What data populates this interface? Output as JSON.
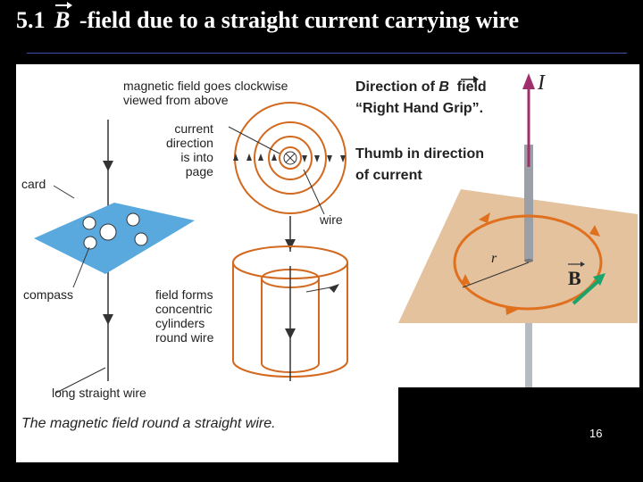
{
  "slide": {
    "title_prefix": "5.1",
    "title_symbol": "B",
    "title_suffix": "-field due to a straight current carrying wire",
    "page_number": "16"
  },
  "left_figure": {
    "label_top": "magnetic field goes clockwise\nviewed from above",
    "label_card": "card",
    "label_current": "current\ndirection\nis into\npage",
    "label_wire": "wire",
    "label_compass": "compass",
    "label_field": "field forms\nconcentric\ncylinders\nround wire",
    "label_long_wire": "long straight wire",
    "caption": "The magnetic field round a straight wire."
  },
  "right_figure": {
    "label_direction_prefix": "Direction of",
    "label_direction_symbol": "B",
    "label_direction_suffix": "field",
    "label_grip": "“Right Hand Grip”.",
    "label_thumb": "Thumb in direction\nof current",
    "label_I": "I",
    "label_r": "r",
    "label_B": "B"
  },
  "colors": {
    "field_line": "#d2691e",
    "card": "#5aa9de",
    "plane": "#e3c29d",
    "wire": "#9aa0a6",
    "current_arrow": "#a0306b",
    "b_arrow": "#1aa36a",
    "title_text": "#ffffff"
  }
}
